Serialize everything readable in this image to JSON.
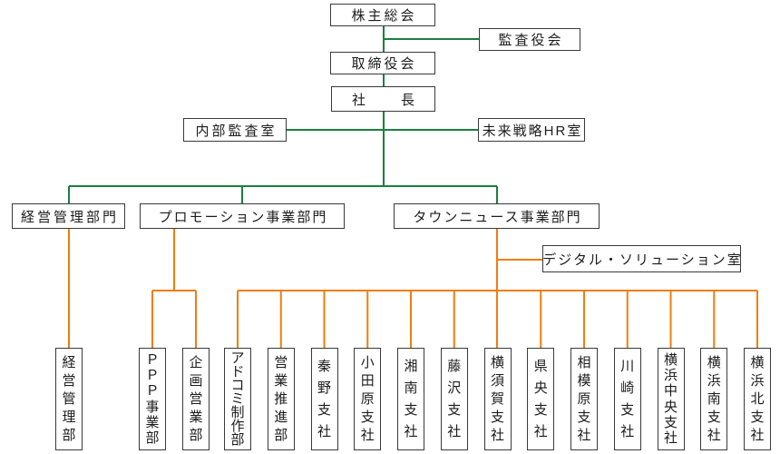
{
  "colors": {
    "hierarchy_line": "#1a8040",
    "division_line": "#f07e0a",
    "box_border": "#3a3a3a",
    "background": "#ffffff"
  },
  "nodes": {
    "shareholders_meeting": "株主総会",
    "audit_board": "監査役会",
    "board_of_directors": "取締役会",
    "president": "社　　長",
    "internal_audit_office": "内部監査室",
    "future_strategy_hr_office": "未来戦略HR室",
    "management_division": "経営管理部門",
    "promotion_division": "プロモーション事業部門",
    "townnews_division": "タウンニュース事業部門",
    "digital_solution_office": "デジタル・ソリューション室"
  },
  "departments": [
    {
      "label": "経営管理部"
    },
    {
      "label": "ＰＰＰ事業部"
    },
    {
      "label": "企画営業部"
    },
    {
      "label": "アドコミ制作部"
    },
    {
      "label": "営業推進部"
    },
    {
      "label": "秦野支社"
    },
    {
      "label": "小田原支社"
    },
    {
      "label": "湘南支社"
    },
    {
      "label": "藤沢支社"
    },
    {
      "label": "横須賀支社"
    },
    {
      "label": "県央支社"
    },
    {
      "label": "相模原支社"
    },
    {
      "label": "川崎支社"
    },
    {
      "label": "横浜中央支社"
    },
    {
      "label": "横浜南支社"
    },
    {
      "label": "横浜北支社"
    }
  ]
}
